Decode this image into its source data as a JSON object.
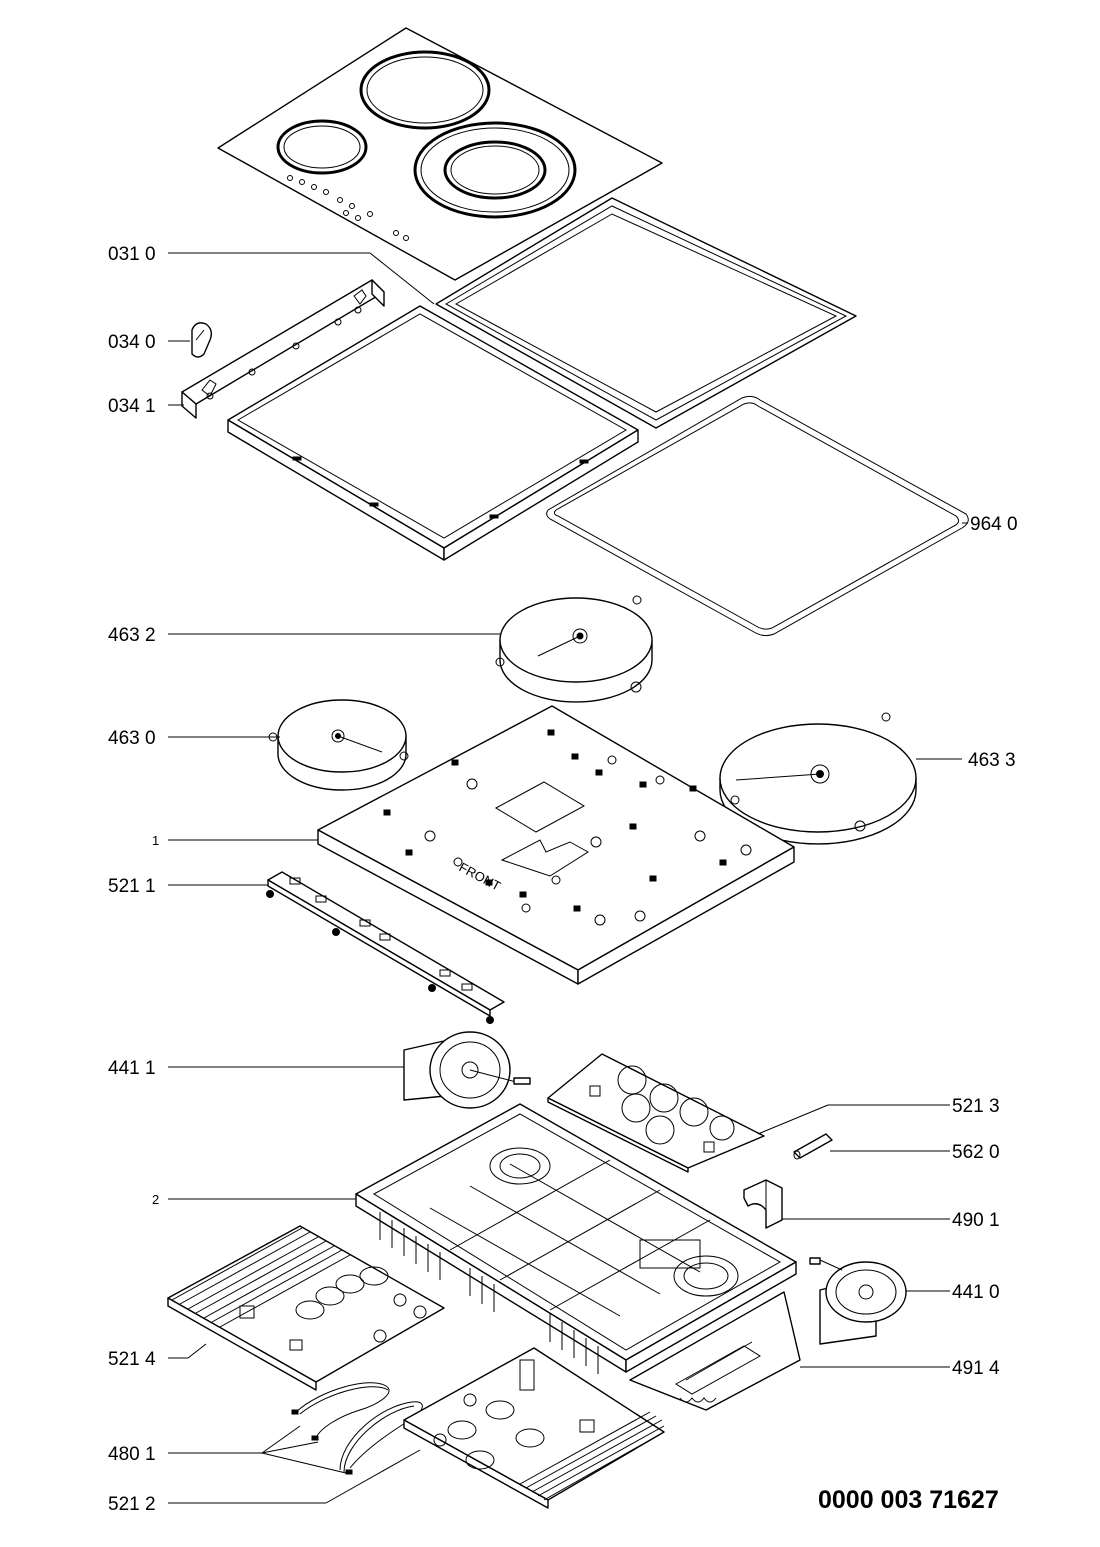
{
  "diagram": {
    "document_number": "0000 003 71627",
    "callouts": [
      {
        "id": "c0310",
        "text": "031 0"
      },
      {
        "id": "c0340",
        "text": "034 0"
      },
      {
        "id": "c0341",
        "text": "034 1"
      },
      {
        "id": "c9640",
        "text": "964 0"
      },
      {
        "id": "c4632",
        "text": "463 2"
      },
      {
        "id": "c4630",
        "text": "463 0"
      },
      {
        "id": "c4633",
        "text": "463 3"
      },
      {
        "id": "c1",
        "text": "1"
      },
      {
        "id": "c5211",
        "text": "521 1"
      },
      {
        "id": "c4411",
        "text": "441 1"
      },
      {
        "id": "c5213",
        "text": "521 3"
      },
      {
        "id": "c5620",
        "text": "562 0"
      },
      {
        "id": "c2",
        "text": "2"
      },
      {
        "id": "c4901",
        "text": "490 1"
      },
      {
        "id": "c4410",
        "text": "441 0"
      },
      {
        "id": "c5214",
        "text": "521 4"
      },
      {
        "id": "c4914",
        "text": "491 4"
      },
      {
        "id": "c4801",
        "text": "480 1"
      },
      {
        "id": "c5212",
        "text": "521 2"
      }
    ],
    "parts": [
      {
        "id": "031 0",
        "icon": "ceramic-glass-top-icon"
      },
      {
        "id": "034 0",
        "icon": "clip-icon"
      },
      {
        "id": "034 1",
        "icon": "rail-bracket-icon"
      },
      {
        "id": "964 0",
        "icon": "gasket-seal-icon"
      },
      {
        "id": "463 2",
        "icon": "induction-coil-icon"
      },
      {
        "id": "463 0",
        "icon": "induction-coil-icon"
      },
      {
        "id": "463 3",
        "icon": "induction-coil-icon"
      },
      {
        "id": "1",
        "icon": "support-plate-icon"
      },
      {
        "id": "521 1",
        "icon": "control-board-icon"
      },
      {
        "id": "441 1",
        "icon": "fan-icon"
      },
      {
        "id": "521 3",
        "icon": "filter-board-icon"
      },
      {
        "id": "562 0",
        "icon": "fuse-icon"
      },
      {
        "id": "2",
        "icon": "bottom-housing-icon"
      },
      {
        "id": "490 1",
        "icon": "holder-icon"
      },
      {
        "id": "441 0",
        "icon": "fan-icon"
      },
      {
        "id": "521 4",
        "icon": "power-board-icon"
      },
      {
        "id": "491 4",
        "icon": "insulation-plate-icon"
      },
      {
        "id": "480 1",
        "icon": "cable-harness-icon"
      },
      {
        "id": "521 2",
        "icon": "power-board-icon"
      }
    ],
    "plate_marking": "FRONT"
  }
}
